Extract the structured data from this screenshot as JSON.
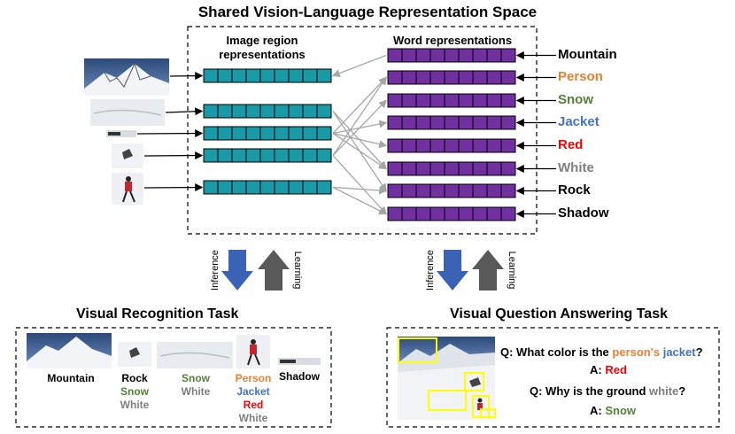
{
  "title": "Shared Vision-Language Representation Space",
  "image_region_header": "Image region representations",
  "image_region_header_line1": "Image region",
  "image_region_header_line2": "representations",
  "word_header": "Word representations",
  "words": [
    {
      "text": "Mountain",
      "color": "#000000"
    },
    {
      "text": "Person",
      "color": "#ed7d31"
    },
    {
      "text": "Snow",
      "color": "#548235"
    },
    {
      "text": "Jacket",
      "color": "#4472c4"
    },
    {
      "text": "Red",
      "color": "#ff0000"
    },
    {
      "text": "White",
      "color": "#7f7f7f"
    },
    {
      "text": "Rock",
      "color": "#000000"
    },
    {
      "text": "Shadow",
      "color": "#000000"
    }
  ],
  "arrows_left": {
    "down": "Inference",
    "up": "Learning"
  },
  "arrows_right": {
    "down": "Inference",
    "up": "Learning"
  },
  "visual_recognition": {
    "title": "Visual Recognition Task",
    "items": [
      {
        "labels": [
          {
            "text": "Mountain",
            "color": "#000000"
          }
        ]
      },
      {
        "labels": [
          {
            "text": "Rock",
            "color": "#000000"
          },
          {
            "text": "Snow",
            "color": "#548235"
          },
          {
            "text": "White",
            "color": "#7f7f7f"
          }
        ]
      },
      {
        "labels": [
          {
            "text": "Snow",
            "color": "#548235"
          },
          {
            "text": "White",
            "color": "#7f7f7f"
          }
        ]
      },
      {
        "labels": [
          {
            "text": "Person",
            "color": "#ed7d31"
          },
          {
            "text": "Jacket",
            "color": "#4472c4"
          },
          {
            "text": "Red",
            "color": "#ff0000"
          },
          {
            "text": "White",
            "color": "#7f7f7f"
          }
        ]
      },
      {
        "labels": [
          {
            "text": "Shadow",
            "color": "#000000"
          }
        ]
      }
    ]
  },
  "vqa": {
    "title": "Visual Question Answering Task",
    "q1_prefix": "Q: What color is the ",
    "q1_person": "person's",
    "q1_space": " ",
    "q1_jacket": "jacket",
    "q1_suffix": "?",
    "a1_prefix": "A: ",
    "a1_answer": "Red",
    "q2_prefix": "Q: Why is the ground ",
    "q2_white": "white",
    "q2_suffix": "?",
    "a2_prefix": "A: ",
    "a2_answer": "Snow"
  },
  "colors": {
    "region_fill": "#1a9aa6",
    "word_fill": "#7030a0",
    "arrow_blue": "#3a63b5",
    "arrow_gray": "#595959",
    "connector": "#a6a6a6",
    "bbox": "#ffff00"
  }
}
